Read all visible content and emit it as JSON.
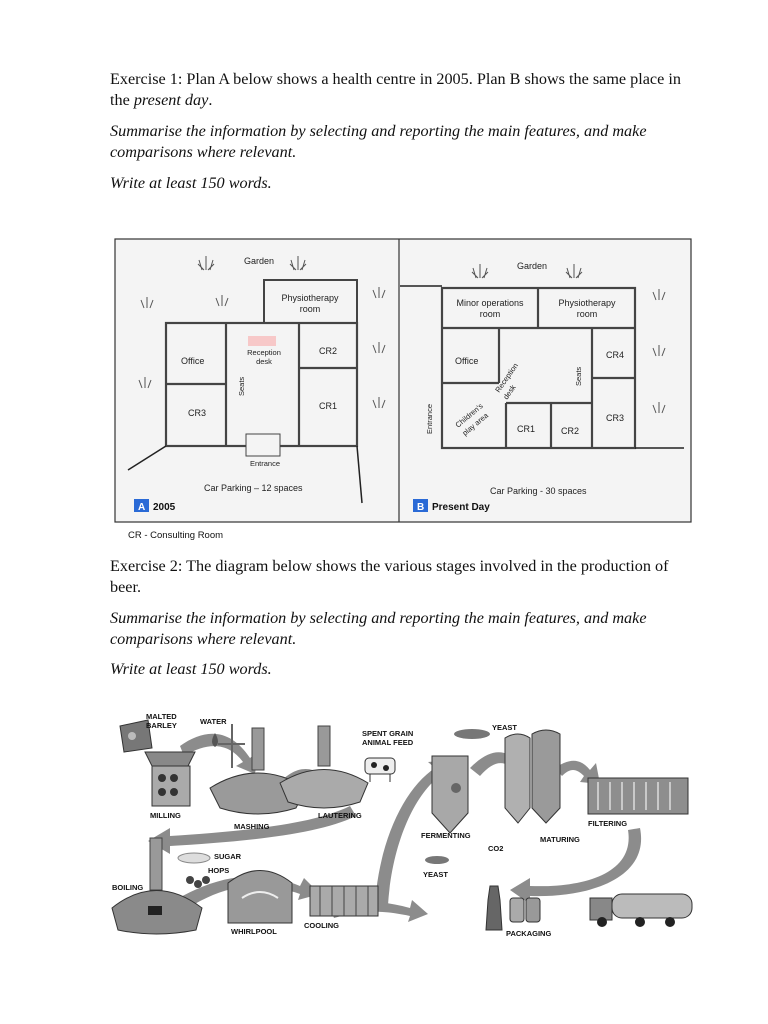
{
  "exercise1": {
    "line1_a": "Exercise 1: Plan A below shows a health centre in 2005. Plan B shows the same place in the ",
    "line1_em": "present day",
    "line1_b": ".",
    "instruction": "Summarise the information by selecting and reporting the main features, and make comparisons where relevant.",
    "word_count": "Write at least 150 words."
  },
  "plan_a": {
    "garden": "Garden",
    "physio_1": "Physiotherapy",
    "physio_2": "room",
    "office": "Office",
    "reception_1": "Reception",
    "reception_2": "desk",
    "seats": "Seats",
    "cr2": "CR2",
    "cr1": "CR1",
    "cr3": "CR3",
    "entrance": "Entrance",
    "parking": "Car Parking – 12 spaces",
    "badge": "A",
    "year": "2005"
  },
  "plan_b": {
    "garden": "Garden",
    "minor_1": "Minor operations",
    "minor_2": "room",
    "physio_1": "Physiotherapy",
    "physio_2": "room",
    "office": "Office",
    "reception_1": "Reception",
    "reception_2": "desk",
    "seats": "Seats",
    "cr4": "CR4",
    "cr3": "CR3",
    "cr1": "CR1",
    "cr2": "CR2",
    "play_1": "Children's",
    "play_2": "play area",
    "entrance": "Entrance",
    "parking": "Car Parking - 30 spaces",
    "badge": "B",
    "label": "Present Day"
  },
  "legend": "CR - Consulting Room",
  "exercise2": {
    "line1": "Exercise 2: The diagram below shows the various stages involved in the production of beer.",
    "instruction": "Summarise the information by selecting and reporting the main features, and make comparisons where relevant.",
    "word_count": "Write at least 150 words."
  },
  "process": {
    "malted_1": "MALTED",
    "malted_2": "BARLEY",
    "water": "WATER",
    "milling": "MILLING",
    "mashing": "MASHING",
    "lautering": "LAUTERING",
    "spent_1": "SPENT GRAIN",
    "spent_2": "ANIMAL FEED",
    "yeast_top": "YEAST",
    "fermenting": "FERMENTING",
    "co2": "CO2",
    "yeast_bottom": "YEAST",
    "maturing": "MATURING",
    "filtering": "FILTERING",
    "sugar": "SUGAR",
    "hops": "HOPS",
    "boiling": "BOILING",
    "whirlpool": "WHIRLPOOL",
    "cooling": "COOLING",
    "packaging": "PACKAGING"
  }
}
